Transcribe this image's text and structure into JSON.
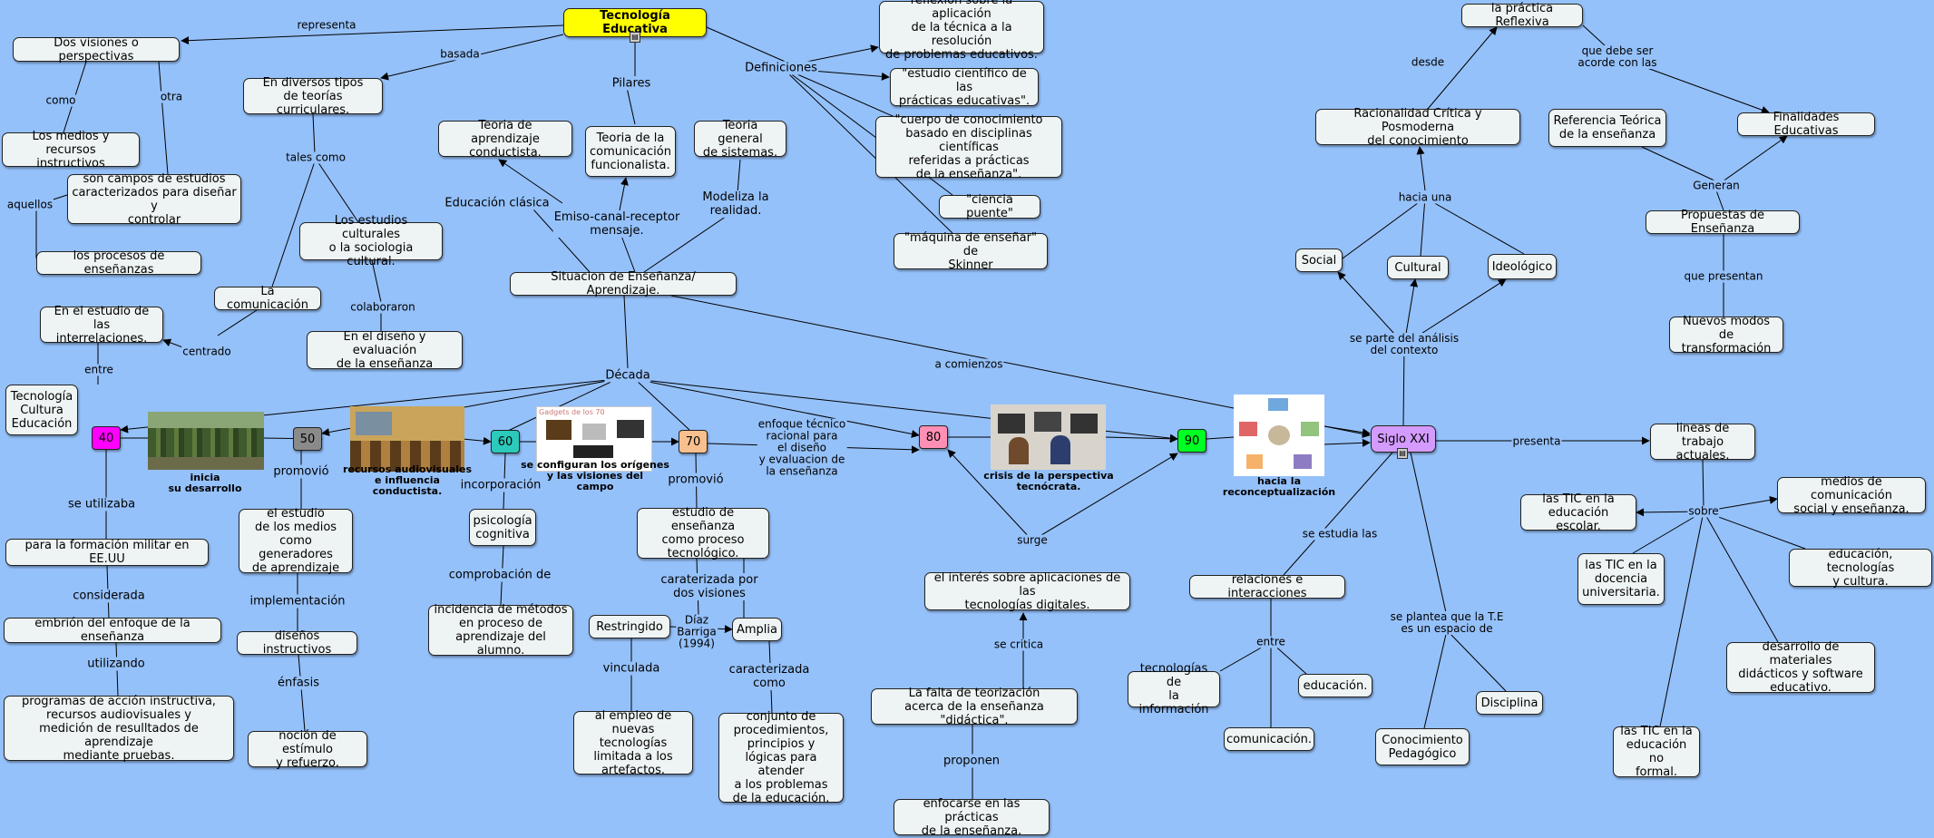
{
  "colors": {
    "background": "#95c1fa",
    "node": "#eef4f3",
    "root": "#ffff00",
    "d40": "#ff00ff",
    "d50": "#8a8a8a",
    "d60": "#2bcabb",
    "d70": "#f8c08e",
    "d80": "#ff8fb4",
    "d90": "#00ff22",
    "siglo": "#d49bff"
  },
  "nodes": {
    "root": "Tecnología Educativa",
    "dos_visiones": "Dos visiones o perspectivas",
    "medios_recursos": "Los medios y recursos\ninstructivos",
    "campos": "son campos de estudios\ncaracterizados para diseñar y\ncontrolar",
    "procesos": "los procesos de enseñanzas",
    "diversos_tipos": "En diversos tipos\nde teorías curriculares.",
    "estudios_culturales": "Los estudios culturales\no la sociologia cultural.",
    "comunicacion": "La comunicación",
    "interrelaciones": "En el estudio de las\ninterrelaciones.",
    "diseno_eval": "En el diseño y evaluación\nde la enseñanza",
    "tce": "Tecnología\nCultura\nEducación",
    "t_conductista": "Teoria de aprendizaje\nconductista.",
    "t_comunicacion": "Teoria de la\ncomunicación\nfuncionalista.",
    "t_sistemas": "Teoria general\nde sistemas.",
    "situacion": "Situacion de Enseñanza/ Aprendizaje.",
    "def1": "reflexion sobre la aplicación\nde la técnica a la resolución\nde problemas educativos.",
    "def2": "\"estudio científico de las\nprácticas educativas\".",
    "def3": "\"cuerpo de conocimiento\nbasado en disciplinas científicas\nreferidas a prácticas\nde la enseñanza\".",
    "def4": "\"ciencia puente\"",
    "def5": "\"máquina de enseñar\" de\nSkinner",
    "d40": "40",
    "d50": "50",
    "d60": "60",
    "d70": "70",
    "d80": "80",
    "d90": "90",
    "siglo": "Siglo XXI",
    "formacion_militar": "para la formación militar en EE.UU",
    "embrion": "embrión del enfoque de la enseñanza",
    "programas": "programas de acción instructiva,\nrecursos audiovisuales y\nmedición de resulltados de aprendizaje\nmediante pruebas.",
    "estudio_medios": "el estudio\nde los medios\ncomo generadores\nde aprendizaje",
    "disenos": "diseños instructivos",
    "nocion": "noción de estímulo\ny refuerzo.",
    "psicologia": "psicología\ncognitiva",
    "incidencia": "incidencia de métodos\nen proceso de\naprendizaje del alumno.",
    "estudio_ens": "estudio de enseñanza\ncomo proceso\ntecnológico.",
    "restringido": "Restringido",
    "amplia": "Amplia",
    "empleo": "al empleo de\nnuevas tecnologías\nlimitada a los\nartefactos.",
    "conjunto": "conjunto de\nprocedimientos,\nprincipios y\nlógicas para atender\na los problemas\nde la educación.",
    "interes": "el interés sobre aplicaciones de las\ntecnologías digitales.",
    "falta": "La falta de teorización\nacerca de la enseñanza \"didáctica\".",
    "enfocarse": "enfocarse en las prácticas\nde la enseñanza.",
    "practica_reflexiva": "la práctica Reflexiva",
    "racionalidad": "Racionalidad Crítica y Posmoderna\ndel conocimiento",
    "referencia": "Referencia Teórica\nde la enseñanza",
    "finalidades": "Finalidades Educativas",
    "propuestas": "Propuestas de Enseñanza",
    "nuevos_modos": "Nuevos modos\nde transformación",
    "social": "Social",
    "cultural": "Cultural",
    "ideologico": "Ideológico",
    "relaciones": "relaciones e interacciones",
    "tec_info": "tecnologías de\nla información",
    "educacion": "educación.",
    "comunicacion2": "comunicación.",
    "conocimiento_ped": "Conocimiento\nPedagógico",
    "disciplina": "Disciplina",
    "lineas": "lineas de trabajo\nactuales.",
    "tic_escolar": "las TIC en la\neducación escolar.",
    "medios_com": "medios de comunicación\nsocial y enseñanza.",
    "tic_docencia": "las TIC en la\ndocencia\nuniversitaria.",
    "edu_tec_cultura": "educación, tecnologías\ny cultura.",
    "desarrollo_mat": "desarrollo de materiales\ndidácticos y software\neducativo.",
    "tic_no_formal": "las TIC en la\neducación no\nformal."
  },
  "labels": {
    "representa": "representa",
    "basada": "basada",
    "pilares": "Pilares",
    "definiciones": "Definiciones",
    "como": "como",
    "otra": "otra",
    "aquellos": "aquellos",
    "tales_como": "tales como",
    "colaboraron": "colaboraron",
    "centrado": "centrado",
    "entre": "entre",
    "educacion_clasica": "Educación clásica",
    "emiso": "Emiso-canal-receptor\nmensaje.",
    "modeliza": "Modeliza la\nrealidad.",
    "decada": "Década",
    "a_comienzos": "a comienzos",
    "se_utilizaba": "se utilizaba",
    "considerada": "considerada",
    "utilizando": "utilizando",
    "promovio50": "promovió",
    "implementacion": "implementación",
    "enfasis": "énfasis",
    "incorporacion": "incorporación",
    "comprobacion": "comprobación de",
    "promovio70": "promovió",
    "caracterizada": "caraterizada por\ndos visiones",
    "diaz": "Díaz\nBarriga\n(1994)",
    "vinculada": "vinculada",
    "caracterizada_como": "caracterizada\ncomo",
    "enfoque_tecnico": "enfoque técnico\nracional para\nel diseño\ny evaluacion de\nla enseñanza",
    "surge": "surge",
    "se_critica": "se critica",
    "proponen": "proponen",
    "desde": "desde",
    "que_debe_ser": "que debe ser\nacorde  con las",
    "generan": "Generan",
    "que_presentan": "que presentan",
    "hacia_una": "hacia una",
    "se_parte": "se parte del análisis\ndel contexto",
    "se_estudia": "se estudia las",
    "entre2": "entre",
    "se_plantea": "se plantea que  la T.E\nes un espacio de",
    "presenta": "presenta",
    "sobre": "sobre"
  },
  "captions": {
    "inicia": "inicia\nsu desarrollo",
    "recursos": "recursos audiovisuales\ne influencia\nconductista.",
    "configuran": "se configuran los orígenes\ny las visiones del\ncampo",
    "crisis": "crisis de la perspectiva\ntecnócrata.",
    "reconceptualizacion": "hacia la\nreconceptualización",
    "gadgets": "Gadgets de los 70"
  }
}
